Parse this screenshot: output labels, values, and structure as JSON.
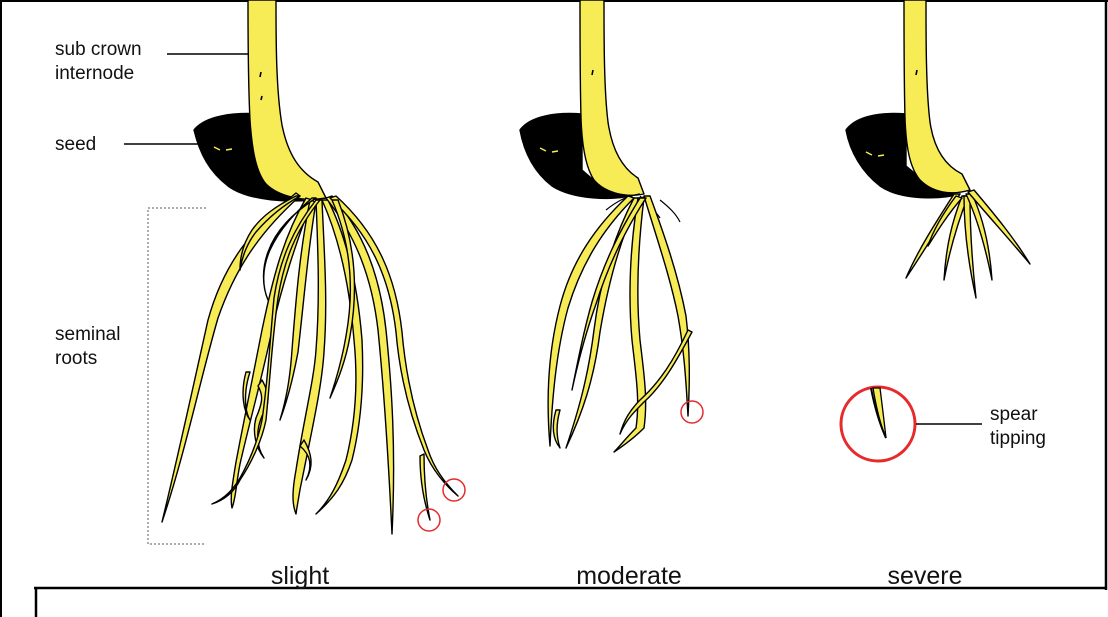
{
  "labels": {
    "sub_crown": [
      "sub crown",
      "internode"
    ],
    "seed": "seed",
    "seminal": [
      "seminal",
      "roots"
    ],
    "spear": [
      "spear",
      "tipping"
    ]
  },
  "captions": {
    "slight": "slight",
    "moderate": "moderate",
    "severe": "severe"
  },
  "colors": {
    "root": "#f7ec56",
    "seed": "#000000",
    "outline": "#000000",
    "highlight_circle": "#e52b2b"
  }
}
